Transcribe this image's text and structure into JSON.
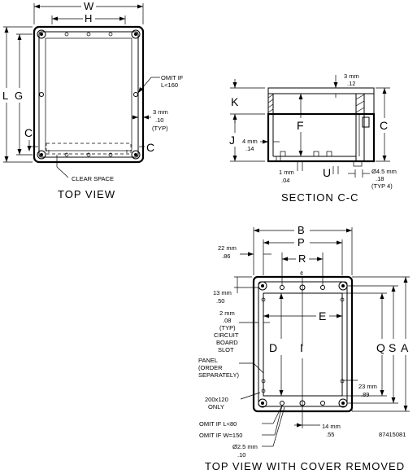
{
  "top_view": {
    "title": "TOP VIEW",
    "dim_w": "W",
    "dim_h": "H",
    "dim_l": "L",
    "dim_g": "G",
    "dim_c_left": "C",
    "dim_c_right": "C",
    "note_omit": [
      "OMIT IF",
      "L<160"
    ],
    "note_3mm": [
      "3 mm",
      ".10",
      "(TYP)"
    ],
    "note_clear": "CLEAR SPACE"
  },
  "section": {
    "title": "SECTION C-C",
    "dim_k": "K",
    "dim_f": "F",
    "dim_c": "C",
    "dim_j": "J",
    "dim_u": "U",
    "note_3mm": [
      "3 mm",
      ".12"
    ],
    "note_4mm": [
      "4 mm",
      ".14"
    ],
    "note_1mm": [
      "1 mm",
      ".04"
    ],
    "note_dia": [
      "Ø4.5 mm",
      ".18",
      "(TYP 4)"
    ]
  },
  "cover_removed": {
    "title": "TOP VIEW WITH COVER REMOVED",
    "dim_b": "B",
    "dim_p": "P",
    "dim_r": "R",
    "dim_e": "E",
    "dim_d": "D",
    "dim_i": "I",
    "dim_q": "Q",
    "dim_s": "S",
    "dim_a": "A",
    "centerline": "¢",
    "note_22mm": [
      "22 mm",
      ".86"
    ],
    "note_13mm": [
      "13 mm",
      ".50"
    ],
    "note_slot": [
      "2 mm",
      ".08",
      "(TYP)",
      "CIRCUIT",
      "BOARD",
      "SLOT"
    ],
    "note_panel": [
      "PANEL",
      "(ORDER",
      "SEPARATELY)"
    ],
    "note_200": [
      "200x120",
      "ONLY"
    ],
    "note_23mm": [
      "23 mm",
      ".89"
    ],
    "note_14mm": [
      "14 mm",
      ".55"
    ],
    "note_omit_l": "OMIT IF L<80",
    "note_omit_w": "OMIT IF W=150",
    "note_dia": [
      "Ø2.5 mm",
      ".10"
    ],
    "part_number": "87415081"
  }
}
